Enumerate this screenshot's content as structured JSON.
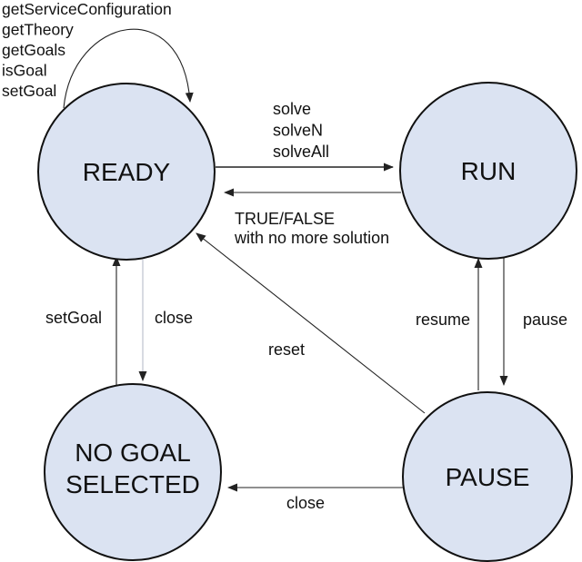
{
  "colors": {
    "background": "#ffffff",
    "node_fill": "#dbe3f2",
    "node_stroke": "#111111",
    "edge_stroke": "#222222",
    "faint_edge_stroke": "#b7bdc9",
    "text": "#111111"
  },
  "nodes": {
    "ready": {
      "label": "READY"
    },
    "run": {
      "label": "RUN"
    },
    "no_goal_selected": {
      "label_line1": "NO GOAL",
      "label_line2": "SELECTED"
    },
    "pause": {
      "label": "PAUSE"
    }
  },
  "edges": {
    "ready_self_loop": {
      "labels": [
        "getServiceConfiguration",
        "getTheory",
        "getGoals",
        "isGoal",
        "setGoal"
      ]
    },
    "ready_to_run": {
      "labels": [
        "solve",
        "solveN",
        "solveAll"
      ]
    },
    "run_to_ready": {
      "label_line1": "TRUE/FALSE",
      "label_line2": "with no more solution"
    },
    "no_goal_to_ready": {
      "label": "setGoal"
    },
    "ready_to_no_goal": {
      "label": "close"
    },
    "pause_to_run": {
      "label": "resume"
    },
    "run_to_pause": {
      "label": "pause"
    },
    "pause_to_ready": {
      "label": "reset"
    },
    "pause_to_no_goal": {
      "label": "close"
    }
  }
}
